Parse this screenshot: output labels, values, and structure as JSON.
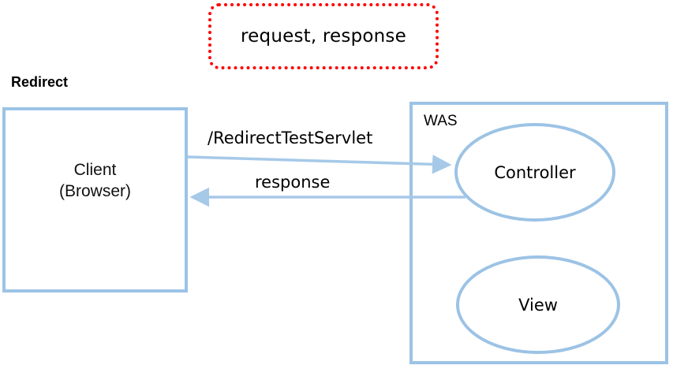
{
  "diagram": {
    "title": "Redirect",
    "callout": {
      "text": "request, response",
      "border_color": "#FF0000",
      "style": "dotted-rounded"
    },
    "nodes": [
      {
        "id": "client",
        "label_line1": "Client",
        "label_line2": "(Browser)",
        "shape": "rectangle",
        "border_color": "#9CC3E5"
      },
      {
        "id": "was",
        "label": "WAS",
        "shape": "rectangle",
        "border_color": "#9CC3E5"
      },
      {
        "id": "controller",
        "label": "Controller",
        "shape": "ellipse",
        "border_color": "#9CC3E5"
      },
      {
        "id": "view",
        "label": "View",
        "shape": "ellipse",
        "border_color": "#9CC3E5"
      }
    ],
    "edges": [
      {
        "id": "request-edge",
        "label": "/RedirectTestServlet",
        "from": "client",
        "to": "controller",
        "direction": "right",
        "color": "#A6C9E8"
      },
      {
        "id": "response-edge",
        "label": "response",
        "from": "controller",
        "to": "client",
        "direction": "left",
        "color": "#A6C9E8"
      }
    ]
  }
}
